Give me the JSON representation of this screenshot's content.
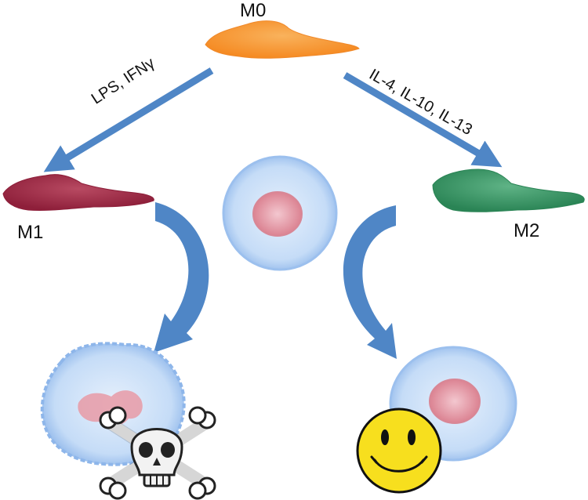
{
  "labels": {
    "m0": "M0",
    "m1": "M1",
    "m2": "M2",
    "stimulus_m1": "LPS, IFNγ",
    "stimulus_m2": "IL-4, IL-10, IL-13"
  },
  "colors": {
    "m0": "#f7a24a",
    "m1": "#a8364f",
    "m2": "#3c9a6a",
    "arrow": "#4f86c6",
    "cell": "#bcd6f5",
    "cell_edge": "#7fa9e0",
    "nucleus": "#e79aa6",
    "smiley": "#f7df1e"
  },
  "icons": {
    "death": "skull-crossbones-icon",
    "healthy": "smiley-face-icon"
  }
}
